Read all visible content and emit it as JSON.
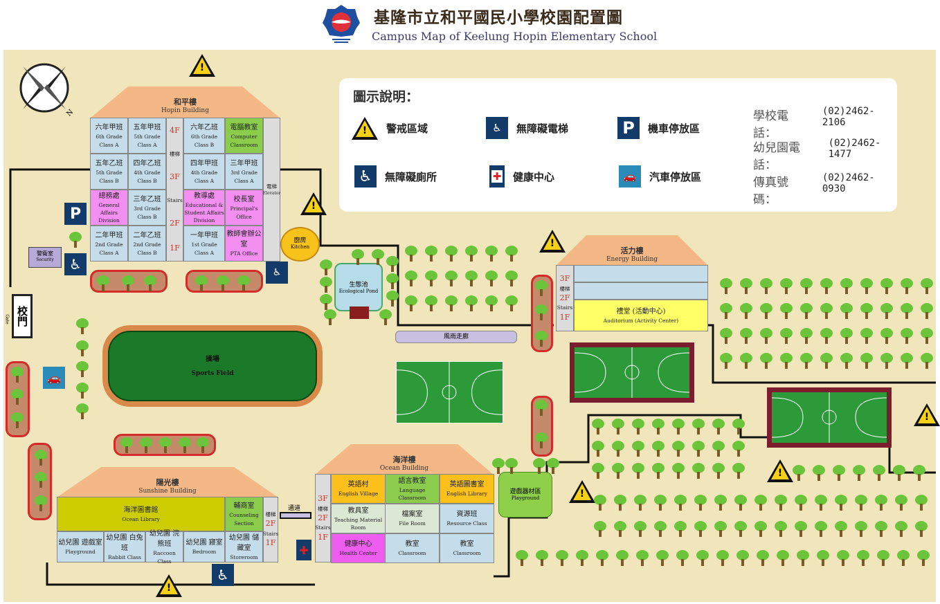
{
  "header": {
    "title": "基隆市立和平國民小學校園配置圖",
    "subtitle": "Campus Map of Keelung Hopin Elementary School"
  },
  "compass": {
    "label": "N"
  },
  "hopin": {
    "name_zh": "和平樓",
    "name_en": "Hopin Building",
    "stairs_zh": "樓梯",
    "stairs_en": "Stairs",
    "elevator_zh": "電梯",
    "elevator_en": "Elevator",
    "floors": [
      "4F",
      "3F",
      "2F",
      "1F"
    ],
    "rooms": [
      {
        "zh": "六年甲班",
        "en": "6th Grade Class A"
      },
      {
        "zh": "五年甲班",
        "en": "5th Grade Class A"
      },
      {
        "zh": "六年乙班",
        "en": "6th Grade Class B"
      },
      {
        "zh": "電腦教室",
        "en": "Computer Classroom"
      },
      {
        "zh": "五年乙班",
        "en": "5th Grade Class B"
      },
      {
        "zh": "四年乙班",
        "en": "4th Grade Class B"
      },
      {
        "zh": "四年甲班",
        "en": "4th Grade Class A"
      },
      {
        "zh": "三年甲班",
        "en": "3rd Grade Class A"
      },
      {
        "zh": "總務處",
        "en": "General Affairs Division"
      },
      {
        "zh": "三年乙班",
        "en": "3rd Grade Class B"
      },
      {
        "zh": "教導處",
        "en": "Educational & Student Affairs Division"
      },
      {
        "zh": "校長室",
        "en": "Principal's Office"
      },
      {
        "zh": "二年甲班",
        "en": "2nd Grade Class A"
      },
      {
        "zh": "二年乙班",
        "en": "2nd Grade Class B"
      },
      {
        "zh": "一年甲班",
        "en": "1st Grade Class A"
      },
      {
        "zh": "教師會辦公室",
        "en": "PTA Office"
      }
    ]
  },
  "legend": {
    "title": "圖示說明：",
    "items": [
      {
        "icon": "warning-icon",
        "label": "警戒區域"
      },
      {
        "icon": "elevator-icon",
        "label": "無障礙電梯"
      },
      {
        "icon": "parking-icon",
        "label": "機車停放區"
      },
      {
        "icon": "accessible-toilet-icon",
        "label": "無障礙廁所"
      },
      {
        "icon": "health-center-icon",
        "label": "健康中心"
      },
      {
        "icon": "car-parking-icon",
        "label": "汽車停放區"
      }
    ]
  },
  "contacts": [
    {
      "label": "學校電話：",
      "value": "(02)2462-2106"
    },
    {
      "label": "幼兒園電話：",
      "value": "(02)2462-1477"
    },
    {
      "label": "傳真號碼：",
      "value": "(02)2462-0930"
    }
  ],
  "places": {
    "kitchen_zh": "廚房",
    "kitchen_en": "Kitchen",
    "pond_zh": "生態池",
    "pond_en": "Ecological Pond",
    "corridor": "風雨走廊",
    "field_zh": "操場",
    "field_en": "Sports Field",
    "security_zh": "警衛室",
    "security_en": "Security",
    "gate_zh": "校門",
    "gate_en": "Gate",
    "passage": "通道",
    "playground_zh": "遊戲器材區",
    "playground_en": "Playground"
  },
  "energy": {
    "name_zh": "活力樓",
    "name_en": "Energy Building",
    "floors": [
      "3F",
      "2F",
      "1F"
    ],
    "stairs_zh": "樓梯",
    "stairs_en": "Stairs",
    "aud_zh": "禮堂 (活動中心)",
    "aud_en": "Auditorium (Activity Center)"
  },
  "ocean": {
    "name_zh": "海洋樓",
    "name_en": "Ocean Building",
    "floors": [
      "3F",
      "2F",
      "1F"
    ],
    "stairs_zh": "樓梯",
    "stairs_en": "Stairs",
    "rooms": [
      {
        "zh": "英語村",
        "en": "English Village"
      },
      {
        "zh": "語言教室",
        "en": "Language Classroom"
      },
      {
        "zh": "英語圖書室",
        "en": "English Library"
      },
      {
        "zh": "教具室",
        "en": "Teaching Material Room"
      },
      {
        "zh": "檔案室",
        "en": "File Room"
      },
      {
        "zh": "資源班",
        "en": "Resource Class"
      },
      {
        "zh": "健康中心",
        "en": "Health Center"
      },
      {
        "zh": "教室",
        "en": "Classroom"
      },
      {
        "zh": "教室",
        "en": "Classroom"
      }
    ]
  },
  "sunshine": {
    "name_zh": "陽光樓",
    "name_en": "Sunshine Building",
    "floors": [
      "2F",
      "1F"
    ],
    "stairs_zh": "樓梯",
    "stairs_en": "Stairs",
    "library_zh": "海洋圖書館",
    "library_en": "Ocean Library",
    "counsel_zh": "輔商室",
    "counsel_en": "Counseling Section",
    "rooms": [
      {
        "zh": "幼兒園 遊戲室",
        "en": "Playground"
      },
      {
        "zh": "幼兒園 白兔班",
        "en": "Rabbit Class"
      },
      {
        "zh": "幼兒園 浣熊班",
        "en": "Raccoon Class"
      },
      {
        "zh": "幼兒園 寢室",
        "en": "Bedroom"
      },
      {
        "zh": "幼兒園 儲藏室",
        "en": "Storeroom"
      }
    ]
  }
}
